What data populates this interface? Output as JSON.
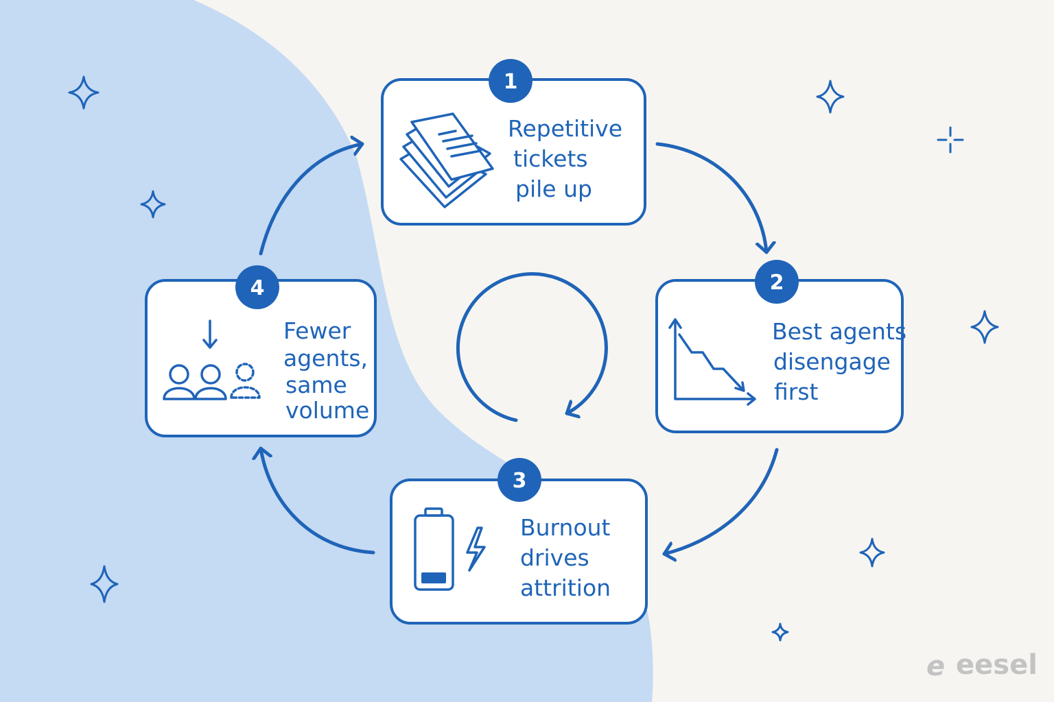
{
  "colors": {
    "background": "#f7f5f1",
    "blob": "#c5daf3",
    "accent": "#1f64b8",
    "logo": "#c3c3c3"
  },
  "steps": [
    {
      "number": "1",
      "lines": [
        "Repetitive",
        "tickets",
        "pile up"
      ],
      "icon": "stacked-papers-icon"
    },
    {
      "number": "2",
      "lines": [
        "Best agents",
        "disengage",
        "first"
      ],
      "icon": "declining-chart-icon"
    },
    {
      "number": "3",
      "lines": [
        "Burnout",
        "drives",
        "attrition"
      ],
      "icon": "low-battery-icon"
    },
    {
      "number": "4",
      "lines": [
        "Fewer",
        "agents,",
        "same",
        "volume"
      ],
      "icon": "shrinking-team-icon"
    }
  ],
  "center_icon": "cycle-arrow-icon",
  "logo": {
    "mark": "e",
    "text": "eesel"
  }
}
